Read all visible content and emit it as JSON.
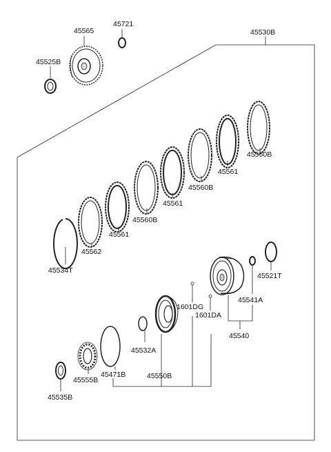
{
  "diagram": {
    "labels": {
      "assembly_group": "45530B",
      "drive_gear": "45565",
      "snap_ring_top": "45721",
      "thrust_washer_top": "45525B",
      "steel_plate_1": "45560B",
      "friction_disc_1": "45561",
      "steel_plate_2": "45560B",
      "friction_disc_2": "45561",
      "steel_plate_3": "45560B",
      "friction_disc_3": "45561",
      "pressure_plate": "45562",
      "snap_ring_large": "45534T",
      "snap_ring_small": "45521T",
      "retainer": "45541A",
      "clutch_assembly": "45540",
      "piston_seal_dg": "1601DG",
      "piston_seal_da": "1601DA",
      "snap_ring_mid": "45532A",
      "spring_retainer": "45471B",
      "piston_assembly": "45550B",
      "bearing": "45555B",
      "thrust_washer_bottom": "45535B"
    }
  }
}
